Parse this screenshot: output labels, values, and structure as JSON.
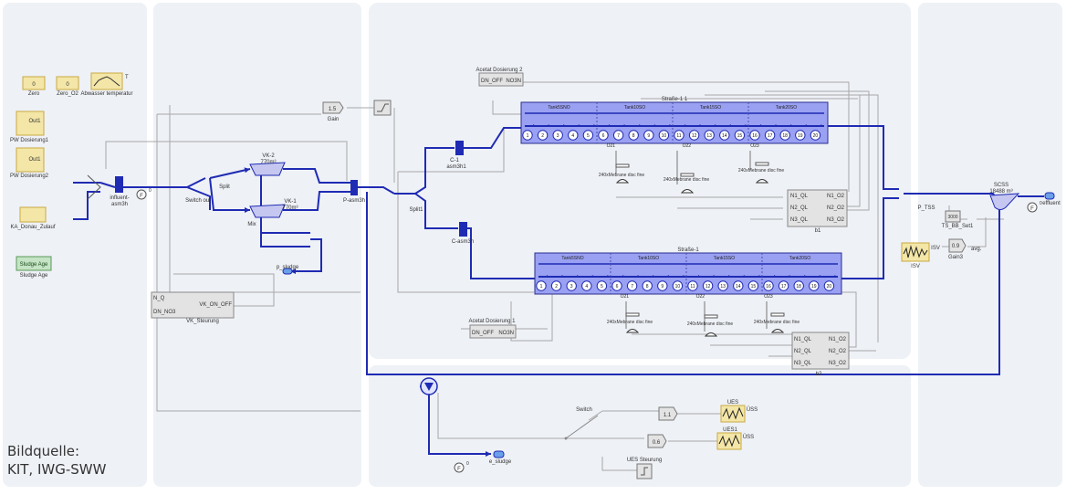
{
  "credit": {
    "line1": "Bildquelle:",
    "line2": "KIT, IWG-SWW"
  },
  "colors": {
    "panel": "#eef1f6",
    "flow": "#1f2bb3",
    "tank": "#9aa0f2",
    "signal": "#a0a0a0",
    "source": "#f3e6a7",
    "source_border": "#c9a940",
    "gray_block": "#e3e3e3"
  },
  "sources": {
    "zero": {
      "value": "0",
      "label": "Zero"
    },
    "zero_o2": {
      "value": "0",
      "label": "Zero_O2"
    },
    "abwasser": {
      "label": "Abwasser temperatur",
      "mark": "T"
    },
    "pw1": {
      "port": "Out1",
      "label": "PW Dosierung1"
    },
    "pw2": {
      "port": "Out1",
      "label": "PW Dosierung2"
    },
    "ka": {
      "label": "KA_Donau_Zulauf"
    },
    "sludge": {
      "inner": "Sludge Age",
      "label": "Sludge Age"
    }
  },
  "blocks": {
    "gain": {
      "value": "1.5",
      "label": "Gain"
    },
    "influent": {
      "label1": "influent-",
      "label2": "asm3h"
    },
    "switch_out": "Switch out",
    "split": "Split",
    "mix": "Mix",
    "vk2": {
      "name": "VK-2",
      "vol": "770m³"
    },
    "vk1": {
      "name": "VK-1",
      "vol": "770m³"
    },
    "p_sludge": "p_sludge",
    "p_asm3h": "P-asm3h",
    "split1": "Split1",
    "c1": {
      "label1": "C-1",
      "label2": "asm3h1"
    },
    "c": "C-asm3h",
    "f_label": "F",
    "f_sub": "0",
    "vk_steuerung": {
      "in1": "N_Q",
      "in2": "DN_NO3",
      "out": "VK_ON_OFF",
      "label": "VK_Steurung"
    },
    "acetat2": {
      "title": "Acetat Dosierung 2",
      "p1": "DN_OFF",
      "p2": "NO3N"
    },
    "acetat1": {
      "title": "Acetat Dosierung 1",
      "p1": "DN_OFF",
      "p2": "NO3N"
    },
    "membrane": "240xMebrane disc fine",
    "ctrl1": {
      "in": [
        "N1_QL",
        "N2_QL",
        "N3_QL"
      ],
      "out": [
        "N1_O2",
        "N2_O2",
        "N3_O2"
      ],
      "label": "b1"
    },
    "ctrl2": {
      "in": [
        "N1_QL",
        "N2_QL",
        "N3_QL"
      ],
      "out": [
        "N1_O2",
        "N2_O2",
        "N3_O2"
      ],
      "label": "b2"
    },
    "scss": {
      "label1": "SCSS",
      "label2": "18488 m³"
    },
    "effluent": "effluent",
    "p_tss": "P_TSS",
    "ts_set": {
      "value": "3000",
      "label": "TS_BB_Set1"
    },
    "isv": {
      "port": "ISV",
      "label": "ISV"
    },
    "gain3": {
      "value": "0.9",
      "label": "Gain3",
      "mark": "avg."
    },
    "switch": "Switch",
    "c11": "1.1",
    "c06": "0.6",
    "ues": {
      "label": "UES",
      "port": "ÜSS"
    },
    "ues1": {
      "label": "UES1",
      "port": "ÜSS"
    },
    "ues_steuerung": "UES Steurung",
    "e_sludge": "e_sludge"
  },
  "strasse1": {
    "title": "Straße-1 1",
    "zones": [
      "Tank5SNO",
      "Tank10SO",
      "Tank15SO",
      "Tank20SO"
    ],
    "tanks": [
      "1",
      "2",
      "3",
      "4",
      "5",
      "6",
      "7",
      "8",
      "9",
      "10",
      "11",
      "12",
      "13",
      "14",
      "15",
      "16",
      "17",
      "18",
      "19",
      "20"
    ],
    "o2": [
      "O21",
      "O22",
      "O23"
    ]
  },
  "strasse2": {
    "title": "Straße-1",
    "zones": [
      "Tank5SNO",
      "Tank10SO",
      "Tank15SO",
      "Tank20SO"
    ],
    "tanks": [
      "1",
      "2",
      "3",
      "4",
      "5",
      "6",
      "7",
      "8",
      "9",
      "10",
      "11",
      "12",
      "13",
      "14",
      "15",
      "16",
      "17",
      "18",
      "19",
      "20"
    ],
    "o2": [
      "O21",
      "O22",
      "O23"
    ]
  }
}
